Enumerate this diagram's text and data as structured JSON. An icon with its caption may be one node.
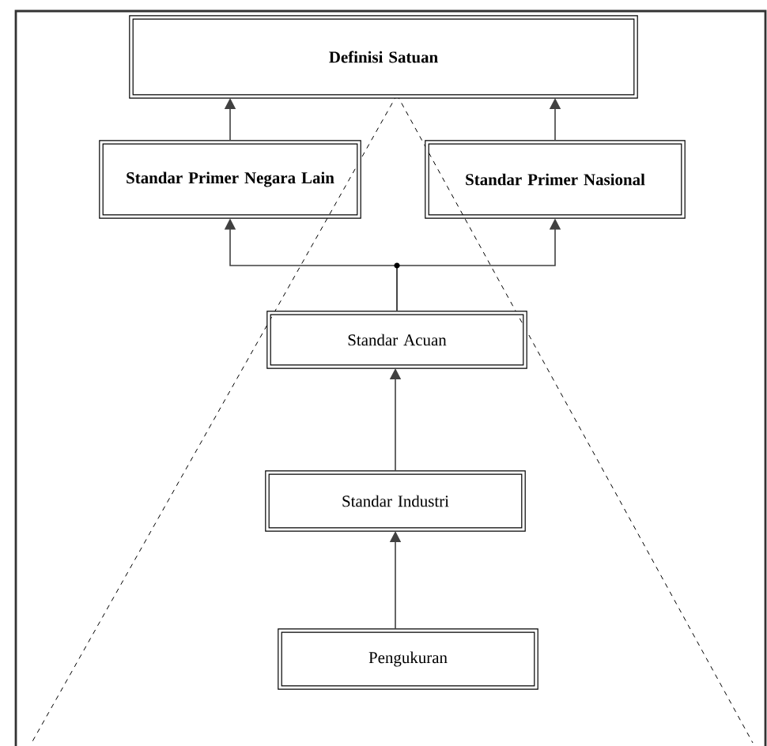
{
  "diagram": {
    "nodes": [
      {
        "text": [
          "Definisi Satuan"
        ]
      },
      {
        "text": [
          "Standar Primer Negara Lain"
        ]
      },
      {
        "text": [
          "Standar Primer Nasional"
        ]
      },
      {
        "text": [
          "Standar Acuan"
        ]
      },
      {
        "text": [
          "Standar Industri"
        ]
      },
      {
        "text": [
          "Pengukuran"
        ]
      }
    ],
    "edges": [
      {
        "from": 1,
        "to": 0,
        "arrow": "to"
      },
      {
        "from": 2,
        "to": 0,
        "arrow": "to"
      },
      {
        "from": 3,
        "to": 1,
        "arrow": "to"
      },
      {
        "from": 3,
        "to": 2,
        "arrow": "to"
      },
      {
        "from": 4,
        "to": 3,
        "arrow": "to"
      },
      {
        "from": 5,
        "to": 4,
        "arrow": "to"
      }
    ]
  }
}
